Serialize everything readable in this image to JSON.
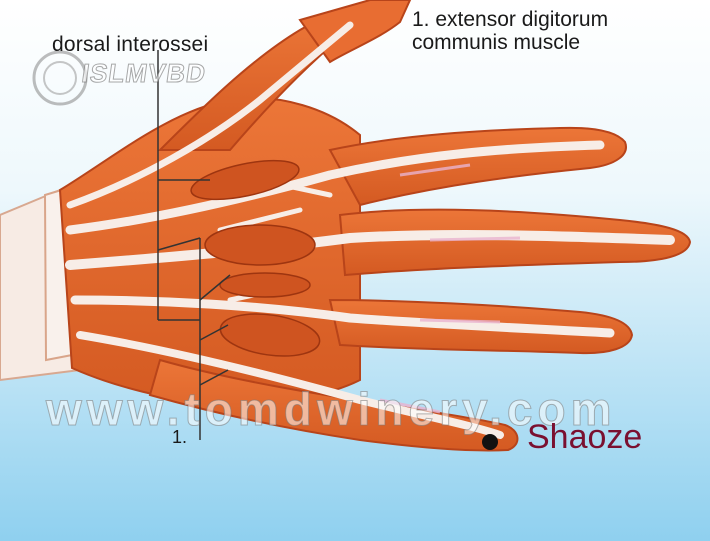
{
  "labels": {
    "dorsal_interossei": "dorsal interossei",
    "extensor_line1": "1. extensor digitorum",
    "extensor_line2": "communis muscle",
    "pointer_number": "1.",
    "acupoint": "Shaoze"
  },
  "watermark": {
    "site": "www.tomdwinery.com",
    "logo": "ISLMVBD"
  },
  "colors": {
    "sky_top": "#ffffff",
    "sky_bottom": "#8fd0ef",
    "muscle": "#e4662b",
    "muscle_dark": "#b8441a",
    "tendon": "#f6ece6",
    "label_text": "#1a1a1a",
    "acupoint_text": "#7a1030",
    "acupoint_dot": "#111111"
  }
}
